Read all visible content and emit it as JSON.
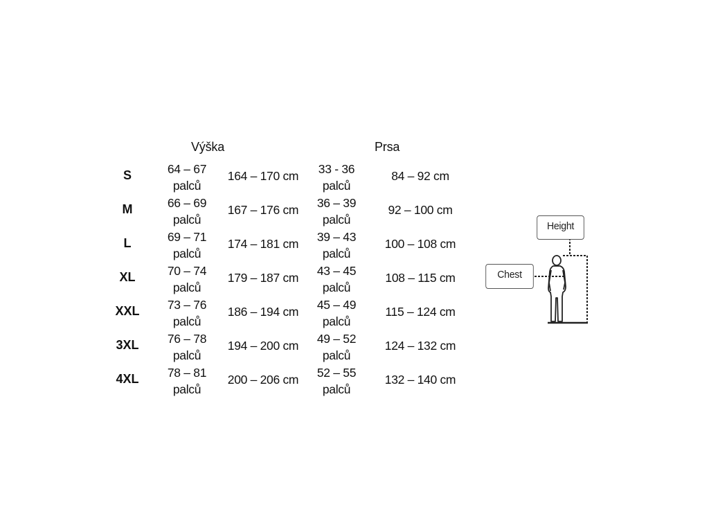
{
  "headers": {
    "height": "Výška",
    "chest": "Prsa"
  },
  "rows": [
    {
      "size": "S",
      "height_in": "64 – 67",
      "height_cm": "164 – 170 cm",
      "chest_in": "33 - 36",
      "chest_cm": "84 – 92 cm",
      "unit": "palců"
    },
    {
      "size": "M",
      "height_in": "66 – 69",
      "height_cm": "167 – 176 cm",
      "chest_in": "36 – 39",
      "chest_cm": "92 – 100 cm",
      "unit": "palců"
    },
    {
      "size": "L",
      "height_in": "69 – 71",
      "height_cm": "174 – 181 cm",
      "chest_in": "39 – 43",
      "chest_cm": "100 – 108 cm",
      "unit": "palců"
    },
    {
      "size": "XL",
      "height_in": "70 – 74",
      "height_cm": "179 – 187 cm",
      "chest_in": "43 – 45",
      "chest_cm": "108 – 115 cm",
      "unit": "palců"
    },
    {
      "size": "XXL",
      "height_in": "73 – 76",
      "height_cm": "186 – 194 cm",
      "chest_in": "45 – 49",
      "chest_cm": "115 – 124 cm",
      "unit": "palců"
    },
    {
      "size": "3XL",
      "height_in": "76 – 78",
      "height_cm": "194 – 200 cm",
      "chest_in": "49 – 52",
      "chest_cm": "124 – 132 cm",
      "unit": "palců"
    },
    {
      "size": "4XL",
      "height_in": "78 – 81",
      "height_cm": "200 – 206 cm",
      "chest_in": "52 – 55",
      "chest_cm": "132 – 140 cm",
      "unit": "palců"
    }
  ],
  "diagram": {
    "height_label": "Height",
    "chest_label": "Chest",
    "icon": "person-measure-icon"
  }
}
